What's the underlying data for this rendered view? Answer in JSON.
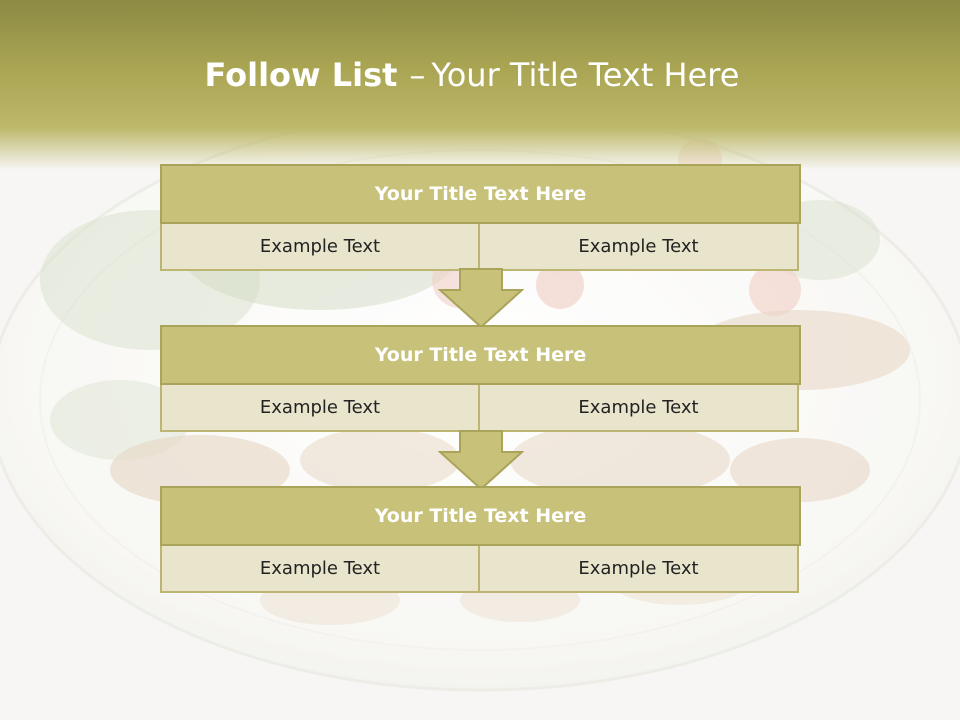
{
  "title": {
    "bold": "Follow List",
    "separator": "–",
    "rest": "Your Title Text Here"
  },
  "blocks": [
    {
      "title": "Your Title Text Here",
      "left": "Example Text",
      "right": "Example Text"
    },
    {
      "title": "Your Title Text Here",
      "left": "Example Text",
      "right": "Example Text"
    },
    {
      "title": "Your Title Text Here",
      "left": "Example Text",
      "right": "Example Text"
    }
  ],
  "colors": {
    "header": "#a9a553",
    "block_title": "#c7c17a",
    "cell": "#e9e5cc",
    "arrow": "#c7c17a"
  }
}
